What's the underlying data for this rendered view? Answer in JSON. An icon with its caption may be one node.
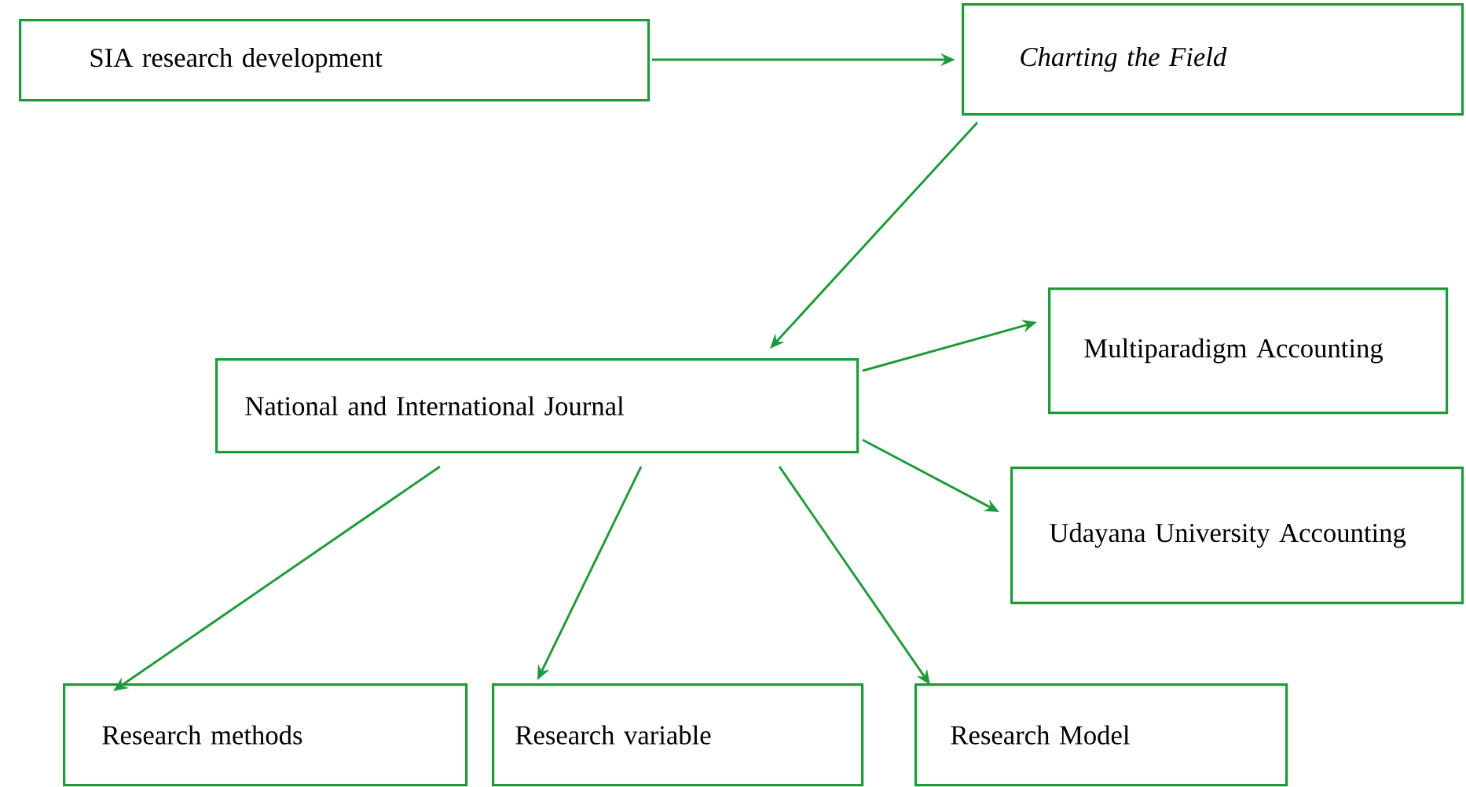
{
  "diagram": {
    "nodes": [
      {
        "text": [
          "SIA research development"
        ]
      },
      {
        "text": [
          "Charting the Field"
        ]
      },
      {
        "text": [
          "National and International Journal"
        ]
      },
      {
        "text": [
          "Multiparadigm Accounting"
        ]
      },
      {
        "text": [
          "Udayana University Accounting"
        ]
      },
      {
        "text": [
          "Research methods"
        ]
      },
      {
        "text": [
          "Research variable"
        ]
      },
      {
        "text": [
          "Research Model"
        ]
      }
    ],
    "edges": [
      {
        "from": 0,
        "to": 1,
        "arrow": "to"
      },
      {
        "from": 1,
        "to": 2,
        "arrow": "to"
      },
      {
        "from": 2,
        "to": 3,
        "arrow": "to"
      },
      {
        "from": 2,
        "to": 4,
        "arrow": "to"
      },
      {
        "from": 2,
        "to": 5,
        "arrow": "to"
      },
      {
        "from": 2,
        "to": 6,
        "arrow": "to"
      },
      {
        "from": 2,
        "to": 7,
        "arrow": "to"
      }
    ]
  }
}
